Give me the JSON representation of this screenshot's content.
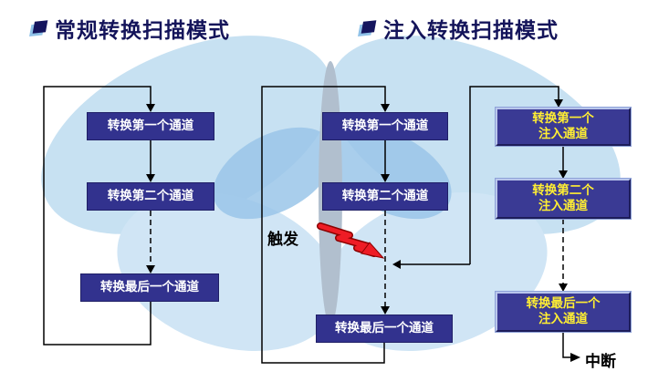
{
  "titles": {
    "regular_mode": "常规转换扫描模式",
    "injected_mode": "注入转换扫描模式"
  },
  "regular_flow": {
    "box1": "转换第一个通道",
    "box2": "转换第二个通道",
    "box3": "转换最后一个通道"
  },
  "injected_flow": {
    "regular_box1": "转换第一个通道",
    "regular_box2": "转换第二个通道",
    "regular_box3": "转换最后一个通道",
    "injected_box1": "转换第一个\n注入通道",
    "injected_box2": "转换第二个\n注入通道",
    "injected_box3": "转换最后一个\n注入通道",
    "trigger_label": "触发",
    "interrupt_label": "中断"
  },
  "colors": {
    "regular_box_fill": "#32328E",
    "injected_box_fill": "#3A3A94",
    "injected_box_text": "#FFEE33",
    "regular_box_text": "#FFFFFF",
    "title_text": "#14145A",
    "connector": "#000000",
    "trigger_bolt": "#EE1C25",
    "butterfly_wing": "#C2DEF1"
  }
}
